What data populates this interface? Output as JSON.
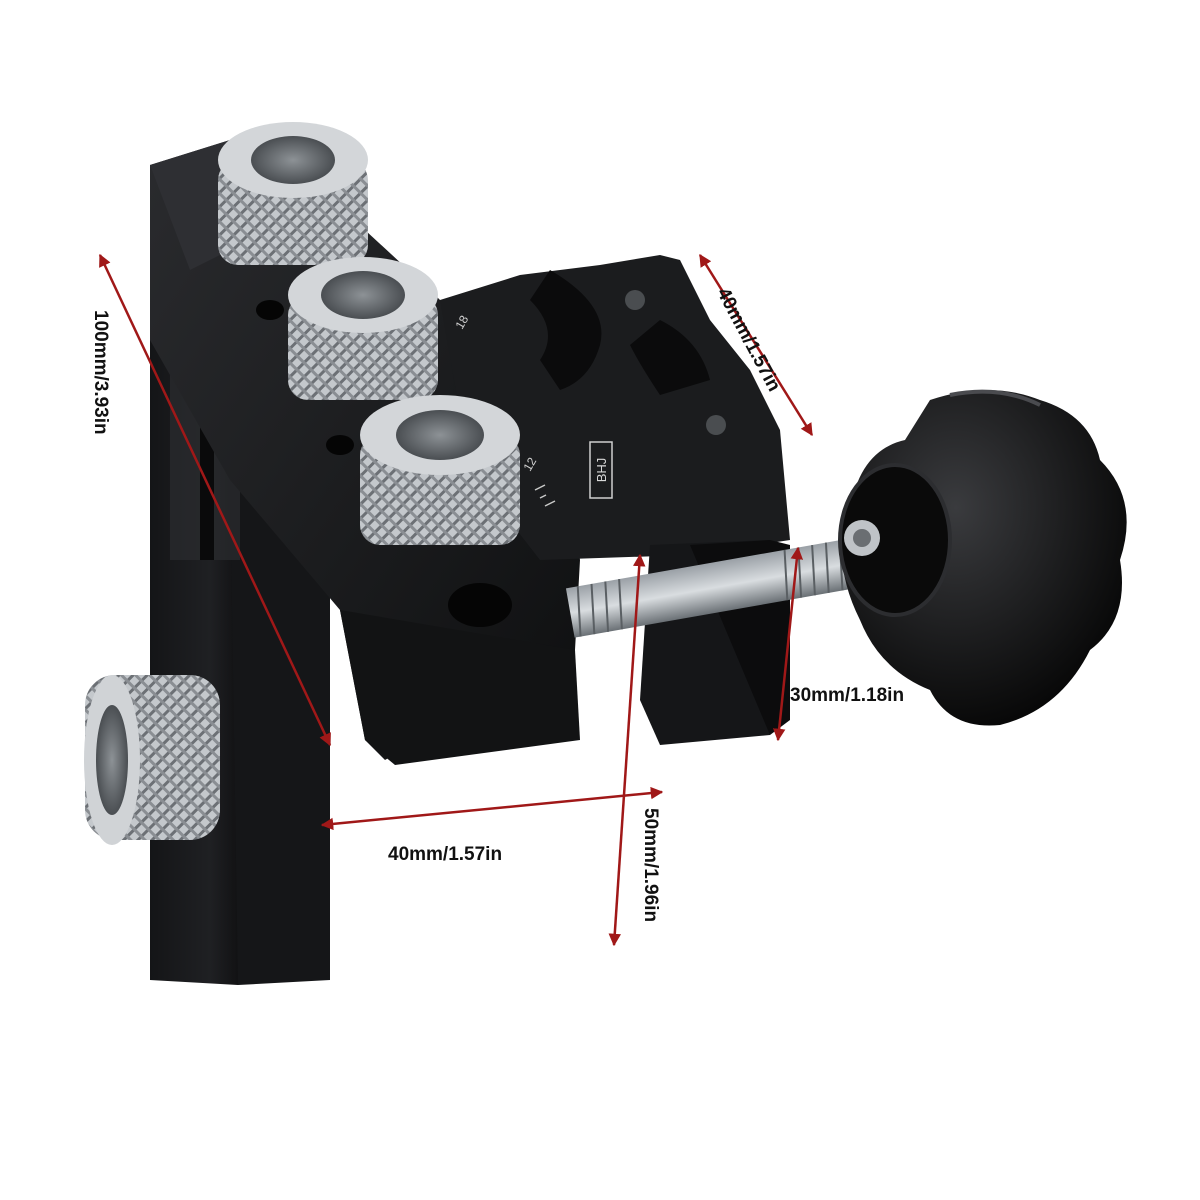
{
  "product_labels": {
    "brand_mark": "BHJ",
    "side_scale_mark": "18",
    "front_scale_mark": "12"
  },
  "dimensions": {
    "height": "100mm/3.93in",
    "top_width": "40mm/1.57in",
    "clamp_opening": "30mm/1.18in",
    "base_width": "40mm/1.57in",
    "depth": "50mm/1.96in"
  },
  "colors": {
    "background": "#ffffff",
    "dimension_line": "#a01818",
    "jig_body": "#17181a",
    "knurled_steel": "#b8bcc0",
    "knob": "#0d0d0e"
  }
}
